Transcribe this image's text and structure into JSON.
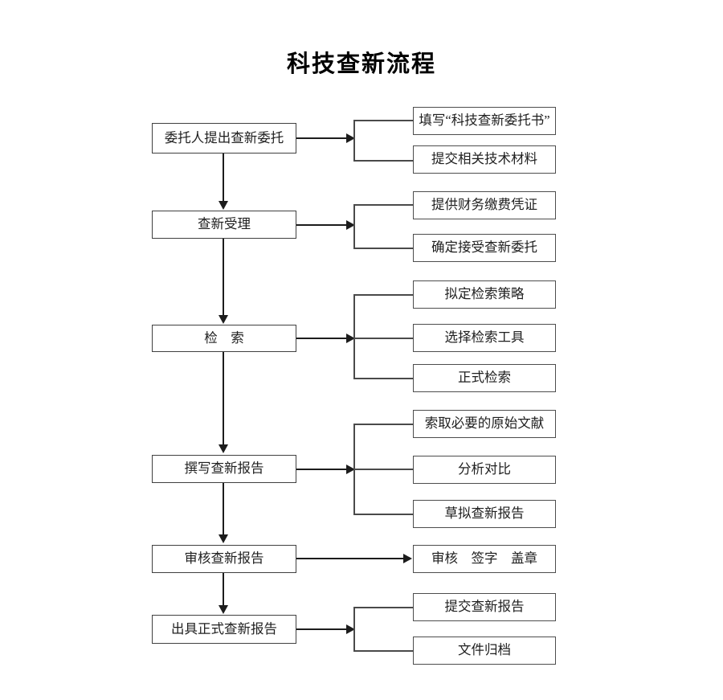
{
  "title": "科技查新流程",
  "flow": {
    "stages": [
      {
        "id": "stage-1",
        "label": "委托人提出查新委托",
        "details": [
          {
            "id": "detail-1-1",
            "label": "填写“科技查新委托书”"
          },
          {
            "id": "detail-1-2",
            "label": "提交相关技术材料"
          }
        ]
      },
      {
        "id": "stage-2",
        "label": "查新受理",
        "details": [
          {
            "id": "detail-2-1",
            "label": "提供财务缴费凭证"
          },
          {
            "id": "detail-2-2",
            "label": "确定接受查新委托"
          }
        ]
      },
      {
        "id": "stage-3",
        "label": "检　索",
        "details": [
          {
            "id": "detail-3-1",
            "label": "拟定检索策略"
          },
          {
            "id": "detail-3-2",
            "label": "选择检索工具"
          },
          {
            "id": "detail-3-3",
            "label": "正式检索"
          }
        ]
      },
      {
        "id": "stage-4",
        "label": "撰写查新报告",
        "details": [
          {
            "id": "detail-4-1",
            "label": "索取必要的原始文献"
          },
          {
            "id": "detail-4-2",
            "label": "分析对比"
          },
          {
            "id": "detail-4-3",
            "label": "草拟查新报告"
          }
        ]
      },
      {
        "id": "stage-5",
        "label": "审核查新报告",
        "details": [
          {
            "id": "detail-5-1",
            "label": "审核　签字　盖章"
          }
        ]
      },
      {
        "id": "stage-6",
        "label": "出具正式查新报告",
        "details": [
          {
            "id": "detail-6-1",
            "label": "提交查新报告"
          },
          {
            "id": "detail-6-2",
            "label": "文件归档"
          }
        ]
      }
    ]
  },
  "colors": {
    "box_border": "#4a4a4a",
    "connector": "#1c1c1c",
    "background": "#ffffff",
    "text": "#1f1f1f"
  }
}
